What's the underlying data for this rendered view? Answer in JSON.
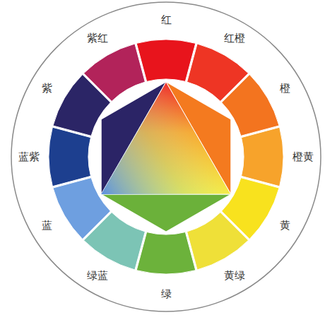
{
  "diagram": {
    "labels": [
      "红",
      "红橙",
      "橙",
      "橙黄",
      "黄",
      "黄绿",
      "绿",
      "绿蓝",
      "蓝",
      "蓝紫",
      "紫",
      "紫红"
    ]
  }
}
